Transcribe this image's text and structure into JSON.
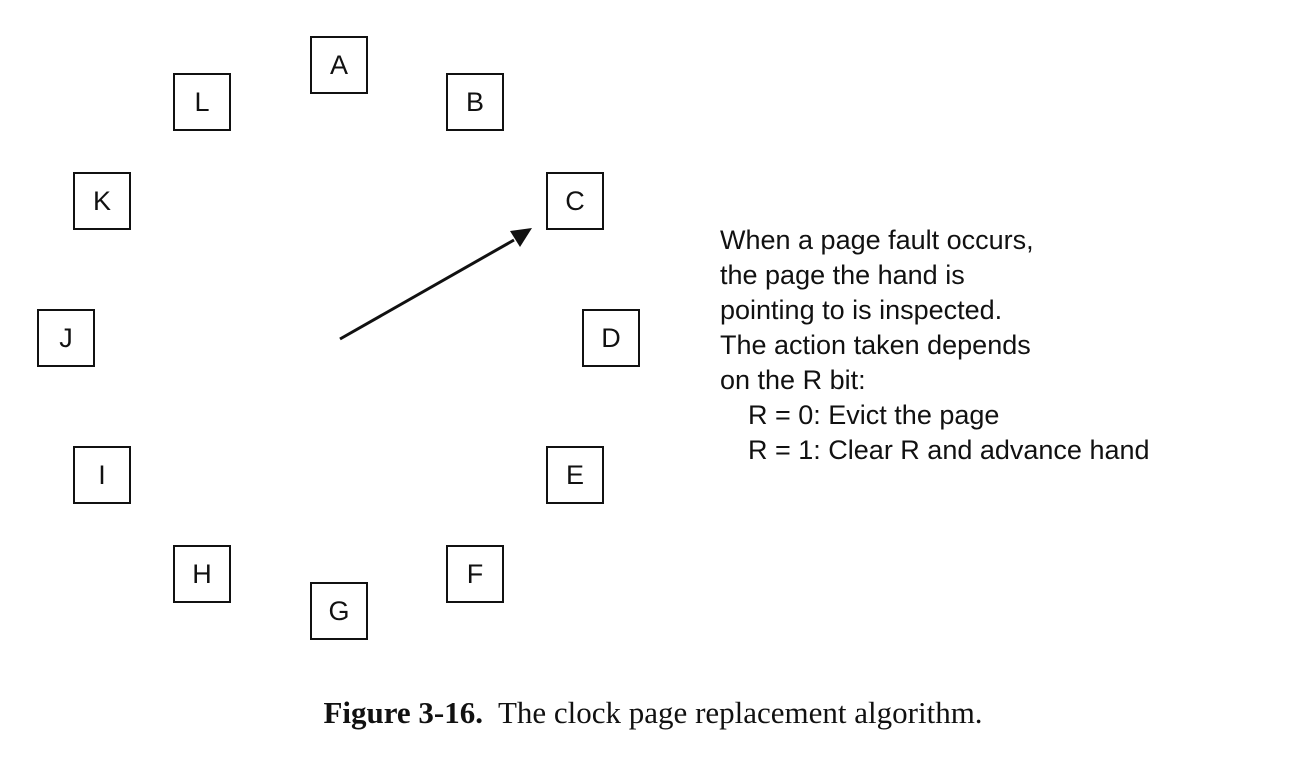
{
  "pages": [
    {
      "id": "a",
      "label": "A"
    },
    {
      "id": "b",
      "label": "B"
    },
    {
      "id": "c",
      "label": "C"
    },
    {
      "id": "d",
      "label": "D"
    },
    {
      "id": "e",
      "label": "E"
    },
    {
      "id": "f",
      "label": "F"
    },
    {
      "id": "g",
      "label": "G"
    },
    {
      "id": "h",
      "label": "H"
    },
    {
      "id": "i",
      "label": "I"
    },
    {
      "id": "j",
      "label": "J"
    },
    {
      "id": "k",
      "label": "K"
    },
    {
      "id": "l",
      "label": "L"
    }
  ],
  "hand": {
    "points_to": "C"
  },
  "explanation": {
    "lines": [
      "When a page fault occurs,",
      "the page the hand is",
      "pointing to is inspected.",
      "The action taken depends",
      "on the R bit:"
    ],
    "rules": [
      "R = 0: Evict the page",
      "R = 1: Clear R and advance hand"
    ]
  },
  "caption": {
    "label": "Figure 3-16.",
    "text": "The clock page replacement algorithm."
  }
}
